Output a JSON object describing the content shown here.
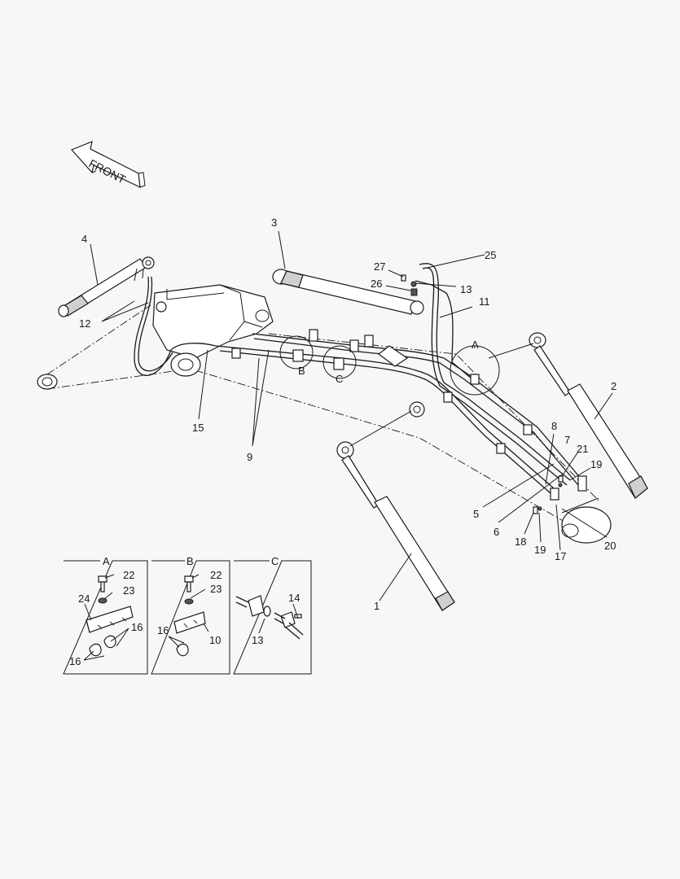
{
  "front_label": "FRONT",
  "callouts": {
    "c1": "1",
    "c2": "2",
    "c3": "3",
    "c4": "4",
    "c5": "5",
    "c6": "6",
    "c7": "7",
    "c8": "8",
    "c9": "9",
    "c11": "11",
    "c12": "12",
    "c13": "13",
    "c15": "15",
    "c17": "17",
    "c18": "18",
    "c19a": "19",
    "c19b": "19",
    "c20": "20",
    "c21": "21",
    "c25": "25",
    "c26": "26",
    "c27": "27"
  },
  "circle_labels": {
    "A": "A",
    "B": "B",
    "C": "C"
  },
  "detail_A": {
    "title": "A",
    "n22": "22",
    "n23": "23",
    "n24": "24",
    "n16a": "16",
    "n16b": "16"
  },
  "detail_B": {
    "title": "B",
    "n22": "22",
    "n23": "23",
    "n16": "16",
    "n10": "10"
  },
  "detail_C": {
    "title": "C",
    "n14": "14",
    "n13": "13"
  }
}
